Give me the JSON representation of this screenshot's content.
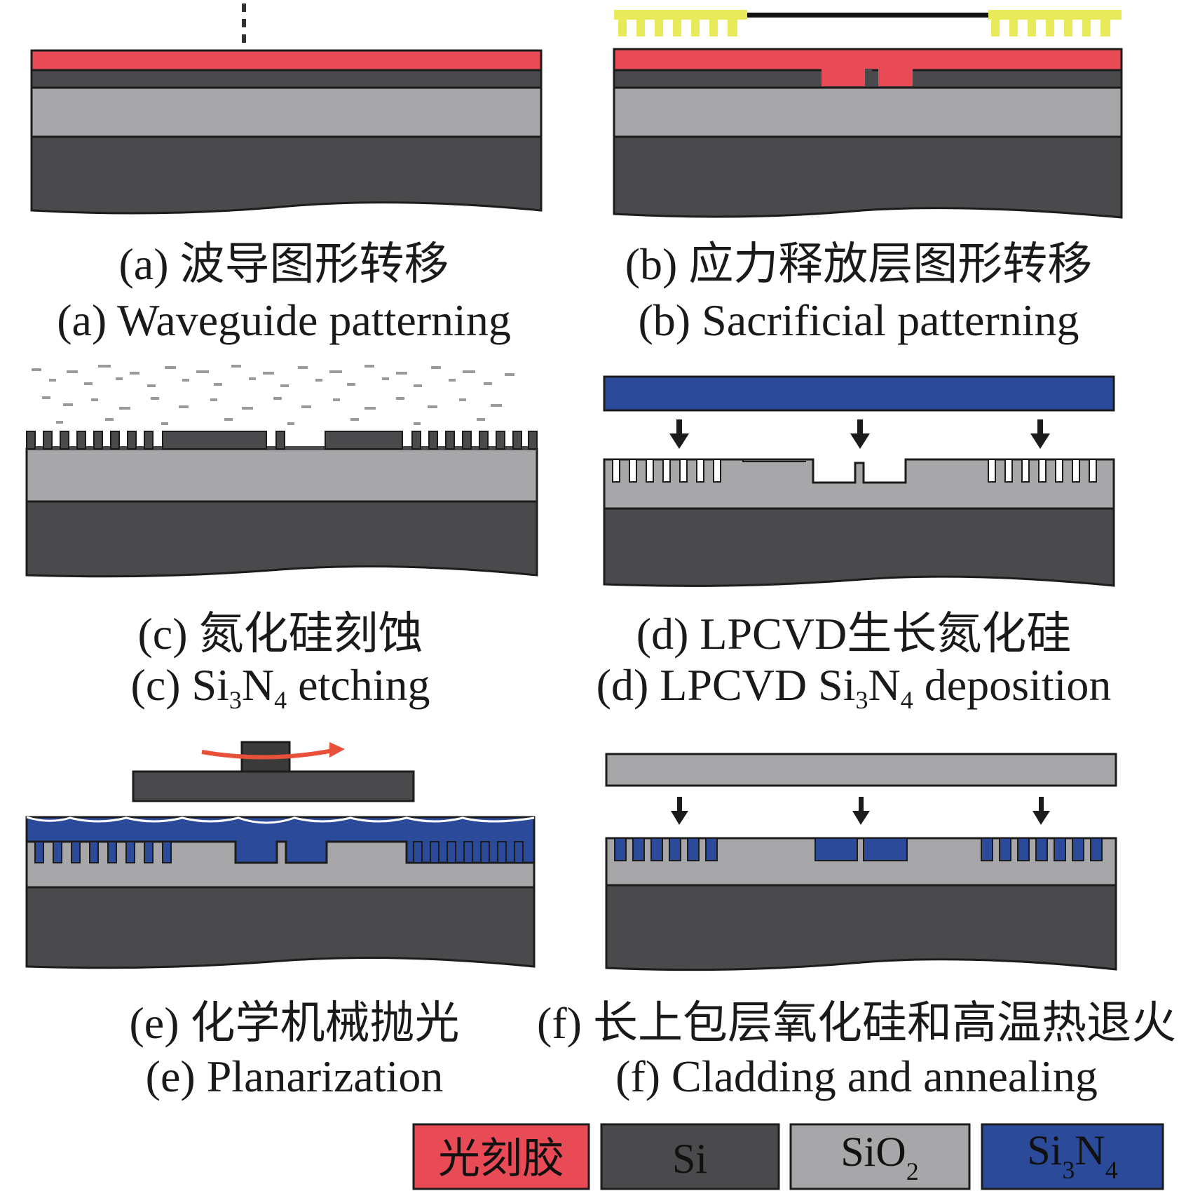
{
  "colors": {
    "photoresist": "#e84b55",
    "si": "#4a4a4c",
    "sio2": "#a7a7a9",
    "si3n4": "#2b4a9a",
    "outline": "#1c1c1c",
    "yellow_mask": "#e9ea5a",
    "arrow_red": "#e8503a"
  },
  "panels": {
    "a": {
      "caption_cn": "(a) 波导图形转移",
      "caption_en": "(a) Waveguide patterning"
    },
    "b": {
      "caption_cn": "(b) 应力释放层图形转移",
      "caption_en": "(b) Sacrificial patterning"
    },
    "c": {
      "caption_cn": "(c) 氮化硅刻蚀",
      "caption_en_pre": "(c) Si",
      "caption_en_sub1": "3",
      "caption_en_mid": "N",
      "caption_en_sub2": "4",
      "caption_en_post": " etching"
    },
    "d": {
      "caption_cn": "(d) LPCVD生长氮化硅",
      "caption_en_pre": "(d) LPCVD Si",
      "caption_en_sub1": "3",
      "caption_en_mid": "N",
      "caption_en_sub2": "4",
      "caption_en_post": " deposition"
    },
    "e": {
      "caption_cn": "(e) 化学机械抛光",
      "caption_en": "(e) Planarization"
    },
    "f": {
      "caption_cn": "(f) 长上包层氧化硅和高温热退火",
      "caption_en": "(f) Cladding and annealing"
    }
  },
  "legend": {
    "photoresist": "光刻胶",
    "si": "Si",
    "sio2_main": "SiO",
    "sio2_sub": "2",
    "si3n4_a": "Si",
    "si3n4_sub1": "3",
    "si3n4_b": "N",
    "si3n4_sub2": "4"
  }
}
